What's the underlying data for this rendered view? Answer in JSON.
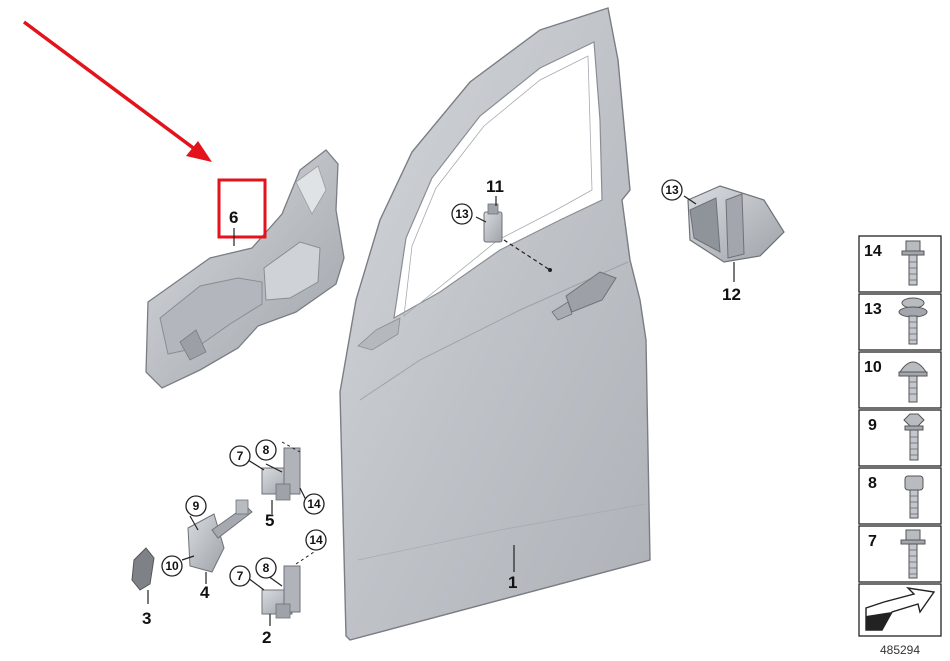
{
  "callouts": [
    {
      "key": "door",
      "label": "1"
    },
    {
      "key": "hinge-lower",
      "label": "2"
    },
    {
      "key": "bracket",
      "label": "3"
    },
    {
      "key": "door-check",
      "label": "4"
    },
    {
      "key": "hinge-upper",
      "label": "5"
    },
    {
      "key": "moisture-barrier",
      "label": "6"
    },
    {
      "key": "clip-11",
      "label": "11"
    },
    {
      "key": "stop-buffer",
      "label": "12"
    }
  ],
  "circled_refs": [
    {
      "key": "13-clip",
      "label": "13"
    },
    {
      "key": "13-buffer",
      "label": "13"
    },
    {
      "key": "9-check",
      "label": "9"
    },
    {
      "key": "10-check",
      "label": "10"
    },
    {
      "key": "7-upper",
      "label": "7"
    },
    {
      "key": "8-upper",
      "label": "8"
    },
    {
      "key": "14-upper",
      "label": "14"
    },
    {
      "key": "7-lower",
      "label": "7"
    },
    {
      "key": "8-lower",
      "label": "8"
    },
    {
      "key": "14-lower",
      "label": "14"
    }
  ],
  "legend": [
    {
      "label": "14",
      "fastener": "flange-bolt"
    },
    {
      "label": "13",
      "fastener": "washer-screw"
    },
    {
      "label": "10",
      "fastener": "torx-dome-bolt"
    },
    {
      "label": "9",
      "fastener": "hex-bolt"
    },
    {
      "label": "8",
      "fastener": "torx-bolt"
    },
    {
      "label": "7",
      "fastener": "flange-bolt-long"
    }
  ],
  "image_number": "485294",
  "colors": {
    "highlight": "#e3121b",
    "part_fill": "#c4c8ce",
    "part_stroke": "#7a7e84",
    "line": "#222222"
  },
  "icons": {
    "arrow": "red-arrow-icon",
    "orientation": "direction-arrow-icon"
  }
}
